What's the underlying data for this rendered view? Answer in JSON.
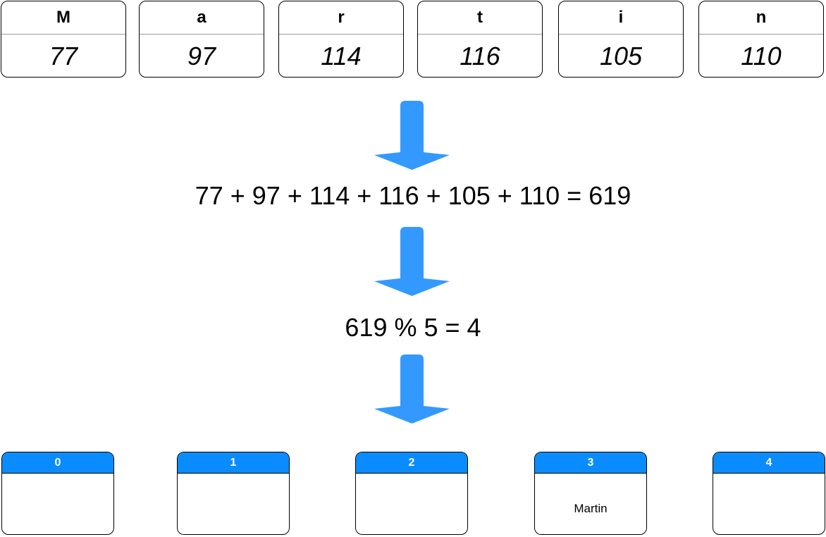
{
  "characters": [
    {
      "char": "M",
      "code": "77"
    },
    {
      "char": "a",
      "code": "97"
    },
    {
      "char": "r",
      "code": "114"
    },
    {
      "char": "t",
      "code": "116"
    },
    {
      "char": "i",
      "code": "105"
    },
    {
      "char": "n",
      "code": "110"
    }
  ],
  "sum_formula": "77 + 97 + 114 + 116 + 105 + 110 = 619",
  "mod_formula": "619 % 5 = 4",
  "buckets": [
    {
      "index": "0",
      "content": ""
    },
    {
      "index": "1",
      "content": ""
    },
    {
      "index": "2",
      "content": ""
    },
    {
      "index": "3",
      "content": "Martin"
    },
    {
      "index": "4",
      "content": ""
    }
  ],
  "colors": {
    "arrow": "#3399ff",
    "bucket_header": "#0a8cff"
  }
}
